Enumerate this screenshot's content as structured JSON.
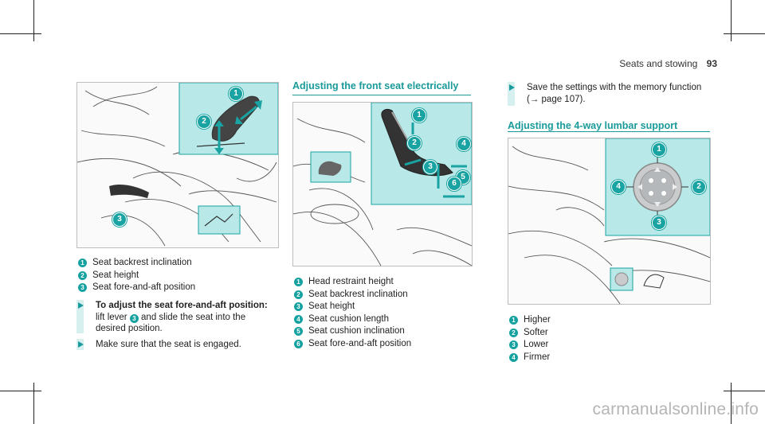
{
  "header": {
    "section": "Seats and stowing",
    "page": "93"
  },
  "left": {
    "items": [
      {
        "n": "1",
        "t": "Seat backrest inclination"
      },
      {
        "n": "2",
        "t": "Seat height"
      },
      {
        "n": "3",
        "t": "Seat fore-and-aft position"
      }
    ],
    "step1_bold": "To adjust the seat fore-and-aft position:",
    "step1_text_a": "lift lever",
    "step1_ref": "3",
    "step1_text_b": "and slide the seat into the",
    "step1_text_c": "desired position.",
    "step2": "Make sure that the seat is engaged."
  },
  "middle": {
    "heading": "Adjusting the front seat electrically",
    "items": [
      {
        "n": "1",
        "t": "Head restraint height"
      },
      {
        "n": "2",
        "t": "Seat backrest inclination"
      },
      {
        "n": "3",
        "t": "Seat height"
      },
      {
        "n": "4",
        "t": "Seat cushion length"
      },
      {
        "n": "5",
        "t": "Seat cushion inclination"
      },
      {
        "n": "6",
        "t": "Seat fore-and-aft position"
      }
    ]
  },
  "right": {
    "step_line1": "Save the settings with the memory function",
    "step_line2": "(→ page 107).",
    "heading": "Adjusting the 4-way lumbar support",
    "items": [
      {
        "n": "1",
        "t": "Higher"
      },
      {
        "n": "2",
        "t": "Softer"
      },
      {
        "n": "3",
        "t": "Lower"
      },
      {
        "n": "4",
        "t": "Firmer"
      }
    ]
  },
  "figure_callouts": {
    "fig1": [
      "1",
      "2",
      "3"
    ],
    "fig2": [
      "1",
      "2",
      "3",
      "4",
      "5",
      "6"
    ],
    "fig3": [
      "1",
      "2",
      "3",
      "4"
    ]
  },
  "colors": {
    "accent": "#1aa3a3",
    "inset": "#b8e8e8"
  },
  "watermark": "carmanualsonline.info"
}
